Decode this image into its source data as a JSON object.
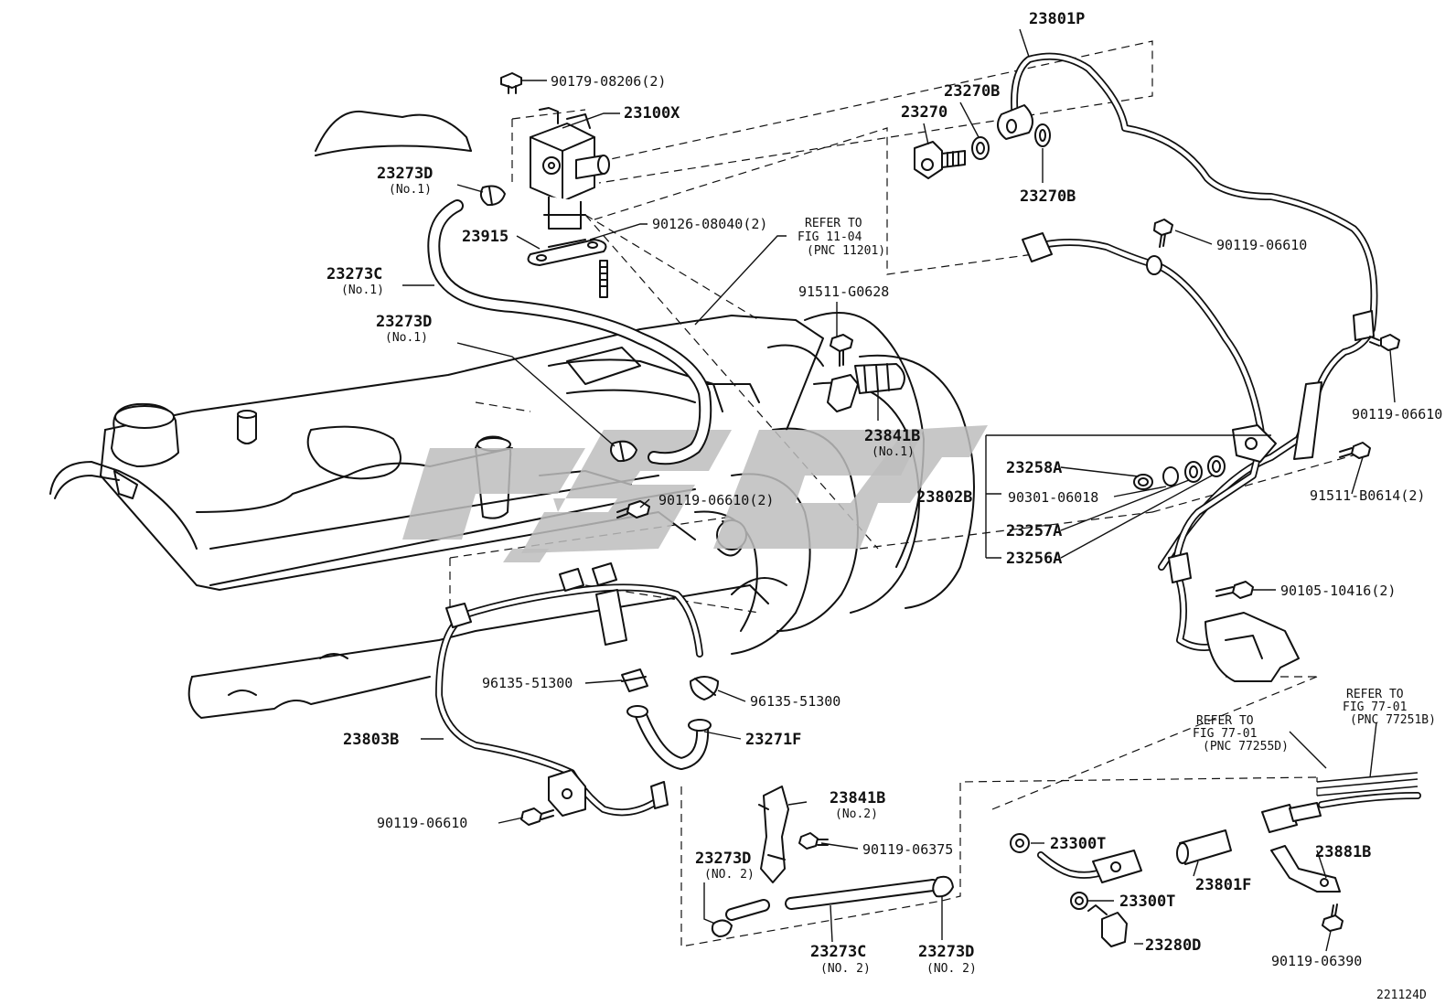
{
  "diagram_id": "221124D",
  "labels": {
    "p_90179": "90179-08206(2)",
    "p_23100X": "23100X",
    "p_23273D_1a": "23273D",
    "p_23273D_1a_sub": "(No.1)",
    "p_23915": "23915",
    "p_90126": "90126-08040(2)",
    "p_23273C_1": "23273C",
    "p_23273C_1_sub": "(No.1)",
    "p_23273D_1b": "23273D",
    "p_23273D_1b_sub": "(No.1)",
    "p_23801P": "23801P",
    "p_23270B_top": "23270B",
    "p_23270": "23270",
    "p_23270B_bot": "23270B",
    "p_90119_06610_r1": "90119-06610",
    "p_91511_G0628": "91511-G0628",
    "p_90119_06610_r2": "90119-06610",
    "p_23841B_1": "23841B",
    "p_23841B_1_sub": "(No.1)",
    "p_23258A": "23258A",
    "p_90301": "90301-06018",
    "p_23802B": "23802B",
    "p_23257A": "23257A",
    "p_23256A": "23256A",
    "p_91511_B0614": "91511-B0614(2)",
    "p_90119_06610_2": "90119-06610(2)",
    "p_90105": "90105-10416(2)",
    "p_96135_a": "96135-51300",
    "p_96135_b": "96135-51300",
    "p_23271F": "23271F",
    "p_23803B": "23803B",
    "p_90119_06610_l": "90119-06610",
    "p_23841B_2": "23841B",
    "p_23841B_2_sub": "(No.2)",
    "p_90119_06375": "90119-06375",
    "p_23273D_2a": "23273D",
    "p_23273D_2a_sub": "(NO. 2)",
    "p_23273C_2": "23273C",
    "p_23273C_2_sub": "(NO. 2)",
    "p_23273D_2b": "23273D",
    "p_23273D_2b_sub": "(NO. 2)",
    "p_23300T_a": "23300T",
    "p_23300T_b": "23300T",
    "p_23801F": "23801F",
    "p_23280D": "23280D",
    "p_23881B": "23881B",
    "p_90119_06390": "90119-06390"
  },
  "refs": {
    "fig1104": [
      "REFER TO",
      "FIG 11-04",
      "(PNC 11201)"
    ],
    "fig7701a": [
      "REFER TO",
      "FIG 77-01",
      "(PNC 77255D)"
    ],
    "fig7701b": [
      "REFER TO",
      "FIG 77-01",
      "(PNC 77251B)"
    ]
  }
}
